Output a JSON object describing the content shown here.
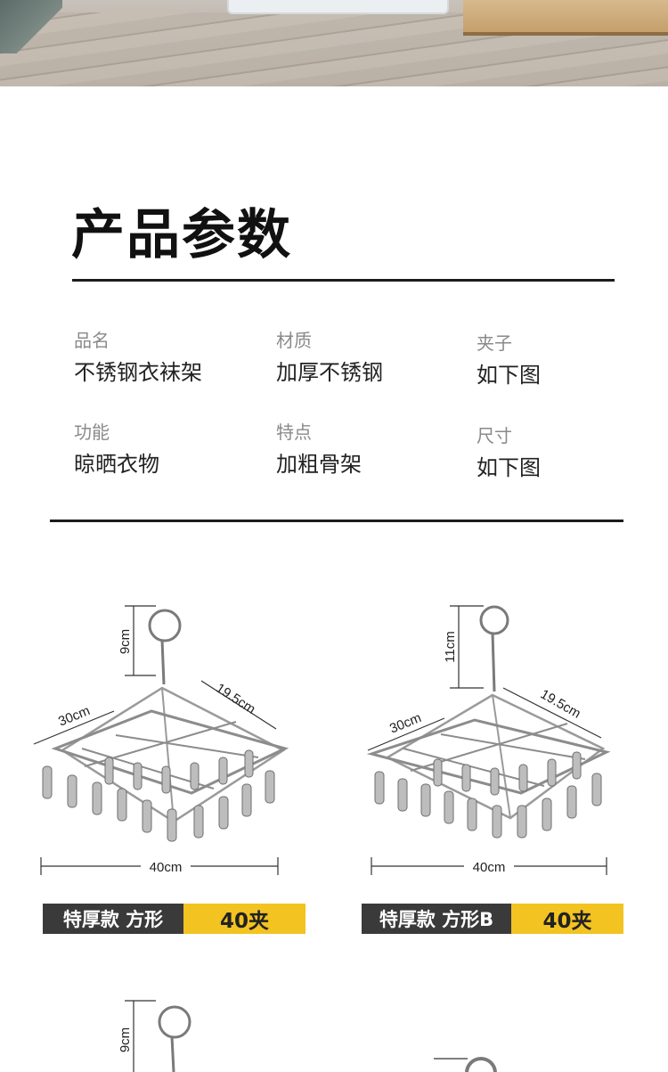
{
  "section_title": "产品参数",
  "specs": [
    {
      "key": "品名",
      "value": "不锈钢衣袜架"
    },
    {
      "key": "材质",
      "value": "加厚不锈钢"
    },
    {
      "key": "夹子",
      "value": "如下图"
    },
    {
      "key": "功能",
      "value": "晾晒衣物"
    },
    {
      "key": "特点",
      "value": "加粗骨架"
    },
    {
      "key": "尺寸",
      "value": "如下图"
    }
  ],
  "products": [
    {
      "dims": {
        "hook_height": "9cm",
        "depth": "30cm",
        "diagonal": "19.5cm",
        "width": "40cm"
      },
      "label": "特厚款 方形",
      "clips": "40夹"
    },
    {
      "dims": {
        "hook_height": "11cm",
        "depth": "30cm",
        "diagonal": "19.5cm",
        "width": "40cm"
      },
      "label": "特厚款 方形B",
      "clips": "40夹"
    },
    {
      "dims": {
        "hook_height": "9cm"
      }
    }
  ],
  "colors": {
    "banner_dark": "#3a3a3a",
    "banner_accent": "#f2c321",
    "rule": "#1c1c1c"
  }
}
